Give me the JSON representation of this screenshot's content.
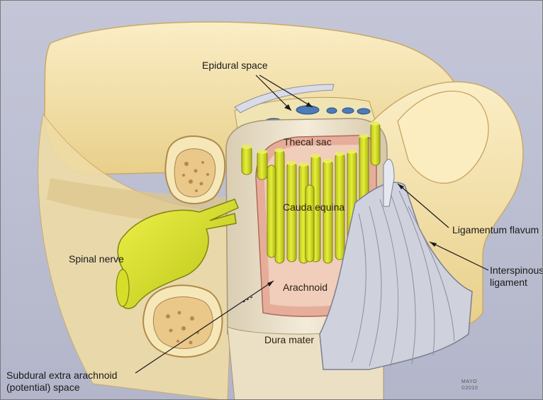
{
  "labels": {
    "epidural_space": "Epidural space",
    "thecal_sac": "Thecal sac",
    "cauda_equina": "Cauda equina",
    "ligamentum_flavum": "Ligamentum flavum",
    "spinal_nerve": "Spinal nerve",
    "interspinous_line1": "Interspinous",
    "interspinous_line2": "ligament",
    "arachnoid": "Arachnoid",
    "dura_mater": "Dura mater",
    "subdural_line1": "Subdural extra arachnoid",
    "subdural_line2": "(potential) space"
  },
  "copyright": {
    "line1": "MAYO",
    "line2": "©2010"
  },
  "colors": {
    "background": "#bfc1d4",
    "bone": "#f3e0a8",
    "nerve": "#d8e11a",
    "dura": "#f0e6cf",
    "arachnoid": "#e0a393",
    "ligament": "#c9ccd8"
  }
}
